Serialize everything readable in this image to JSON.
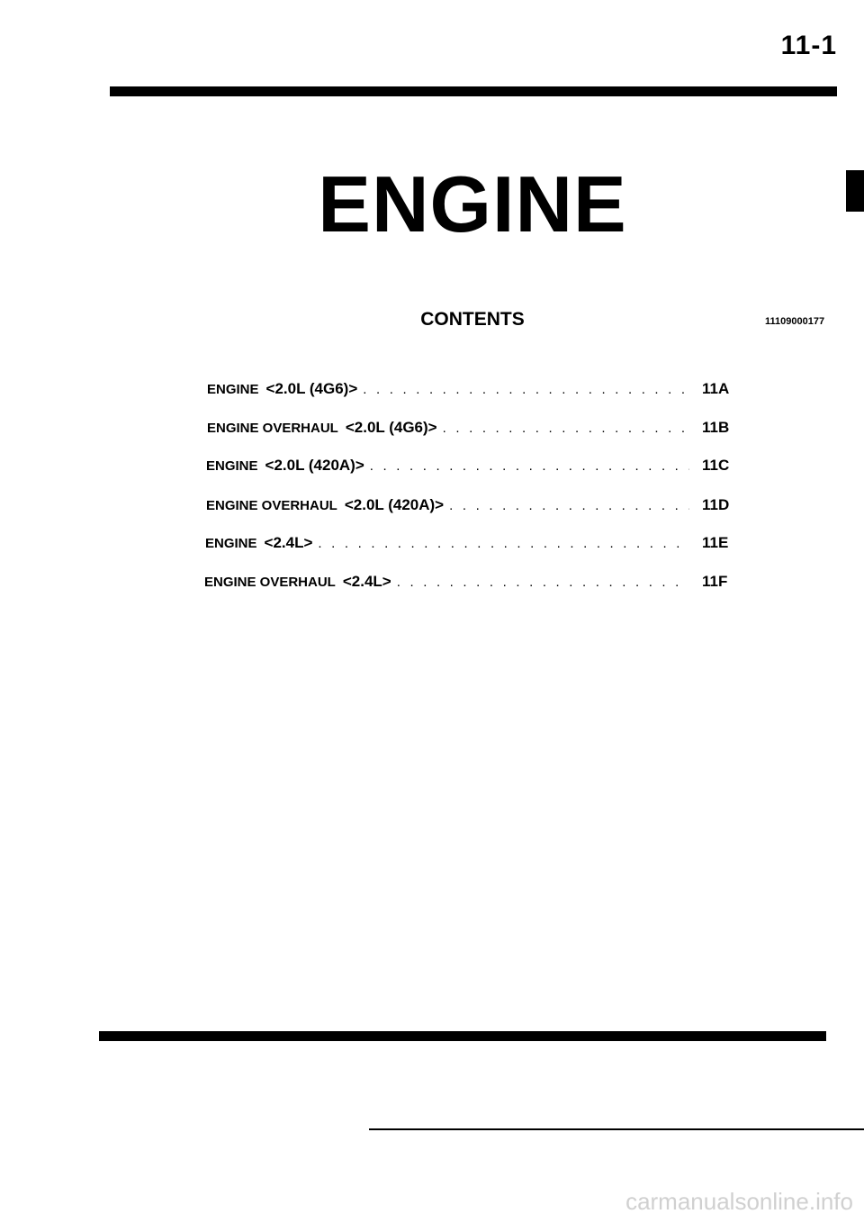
{
  "header": {
    "page_number": "11-1"
  },
  "title": "ENGINE",
  "contents": {
    "heading": "CONTENTS",
    "code": "11109000177"
  },
  "toc": [
    {
      "title": "ENGINE",
      "spec": "<2.0L (4G6)>",
      "section": "11A"
    },
    {
      "title": "ENGINE  OVERHAUL",
      "spec": "<2.0L (4G6)>",
      "section": "11B"
    },
    {
      "title": "ENGINE",
      "spec": "<2.0L (420A)>",
      "section": "11C"
    },
    {
      "title": "ENGINE  OVERHAUL",
      "spec": "<2.0L (420A)>",
      "section": "11D"
    },
    {
      "title": "ENGINE",
      "spec": "<2.4L>",
      "section": "11E"
    },
    {
      "title": "ENGINE  OVERHAUL",
      "spec": "<2.4L>",
      "section": "11F"
    }
  ],
  "watermark": "carmanualsonline.info"
}
